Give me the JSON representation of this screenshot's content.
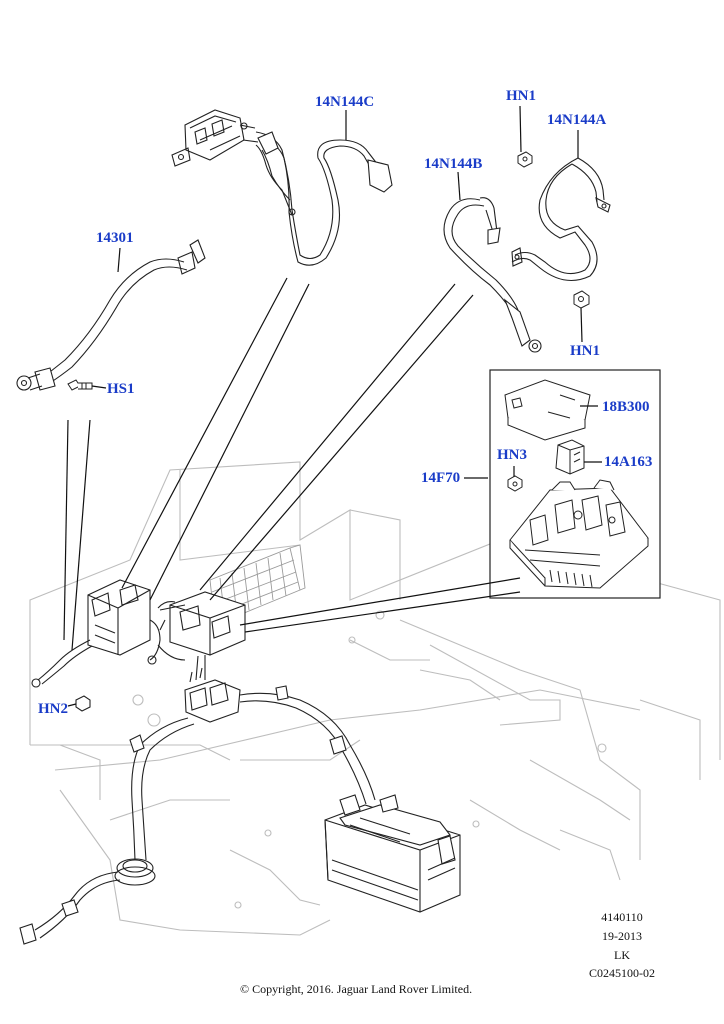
{
  "callouts": {
    "c14N144C": "14N144C",
    "cHN1_top": "HN1",
    "c14N144A": "14N144A",
    "c14N144B": "14N144B",
    "c14301": "14301",
    "cHS1": "HS1",
    "cHN1_bottom": "HN1",
    "c18B300": "18B300",
    "cHN3": "HN3",
    "c14A163": "14A163",
    "c14F70": "14F70",
    "cHN2": "HN2"
  },
  "meta": {
    "code1": "4140110",
    "code2": "19-2013",
    "code3": "LK",
    "code4": "C0245100-02"
  },
  "copyright": "© Copyright, 2016. Jaguar Land Rover Limited.",
  "colors": {
    "callout": "#1a3cc8",
    "line": "#222222",
    "faint": "#b8b8b8"
  }
}
